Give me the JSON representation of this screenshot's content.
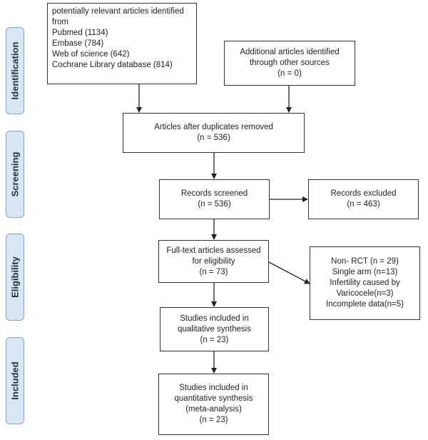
{
  "phases": {
    "identification": "Identification",
    "screening": "Screening",
    "eligibility": "Eligibility",
    "included": "Included"
  },
  "boxes": {
    "identified": [
      "potentially relevant articles identified",
      "from",
      "Pubmed (1134)",
      "Embase (784)",
      "Web of science (642)",
      "Cochrane Library database (814)"
    ],
    "additional": [
      "Additional articles identified",
      "through other sources",
      "(n = 0)"
    ],
    "after_duplicates": [
      "Articles after duplicates removed",
      "(n = 536)"
    ],
    "screened": [
      "Records screened",
      "(n = 536)"
    ],
    "excluded": [
      "Records excluded",
      "(n = 463)"
    ],
    "fulltext": [
      "Full-text articles assessed",
      "for eligibility",
      "(n = 73)"
    ],
    "exclusion_reasons": [
      "Non- RCT (n = 29)",
      "Single arm (n=13)",
      "Infertility caused by",
      "Varicocele(n=3)",
      "Incomplete data(n=5)"
    ],
    "qualitative": [
      "Studies included in",
      "qualitative synthesis",
      "(n = 23)"
    ],
    "quantitative": [
      "Studies included in",
      "quantitative synthesis",
      "(meta-analysis)",
      "(n = 23)"
    ]
  }
}
